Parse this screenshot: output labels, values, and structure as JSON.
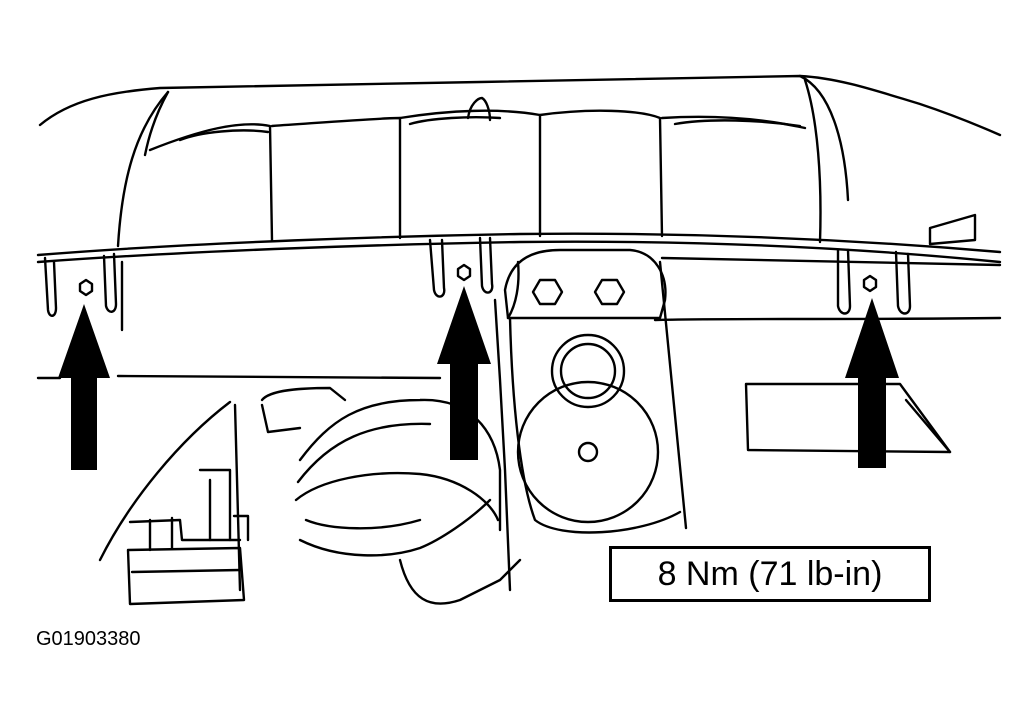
{
  "torque_label": "8 Nm (71 lb-in)",
  "figure_id": "G01903380",
  "callouts": {
    "count": 3,
    "icon": "arrow-up-icon",
    "fastener": "nut-icon"
  },
  "colors": {
    "line": "#000000",
    "background": "#ffffff"
  }
}
